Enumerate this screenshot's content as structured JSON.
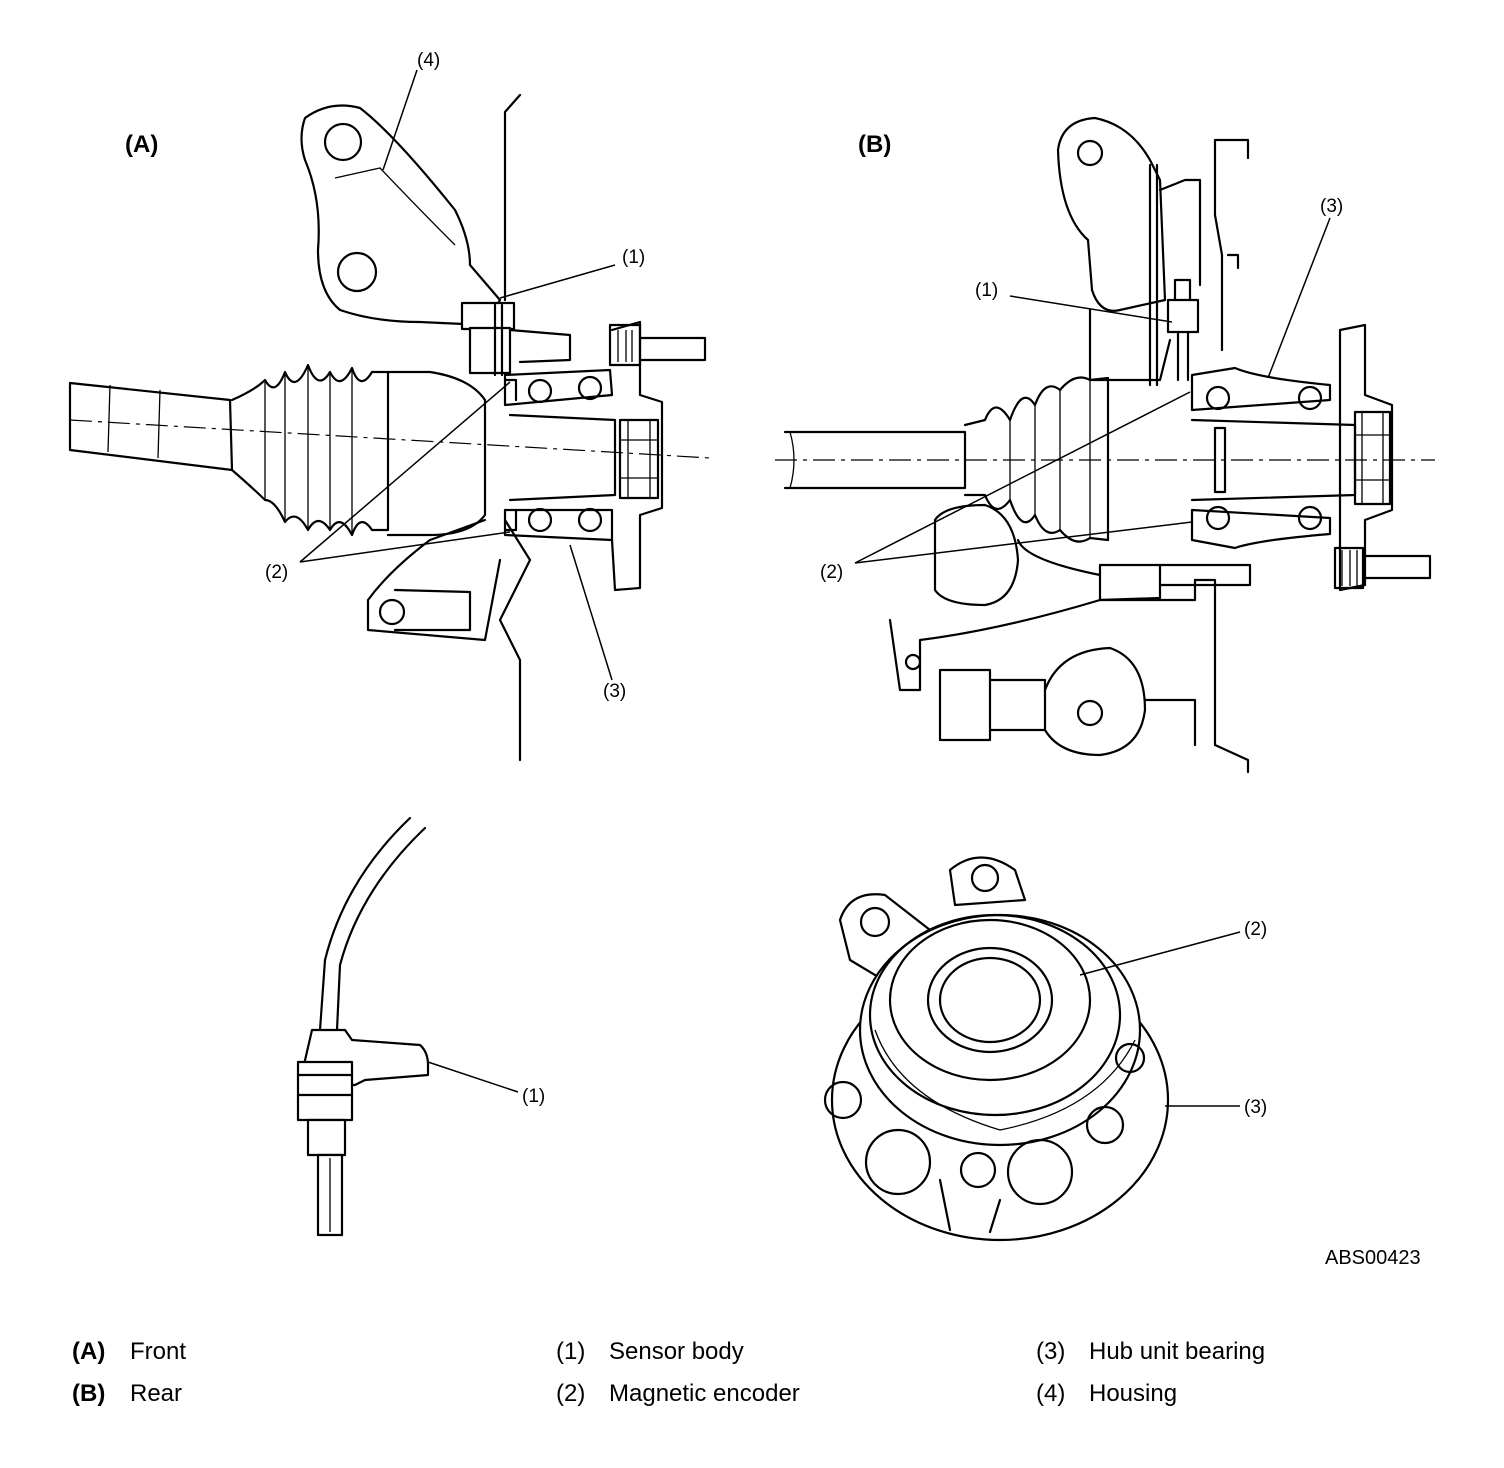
{
  "figure": {
    "panel_a": "(A)",
    "panel_b": "(B)",
    "figure_code": "ABS00423",
    "callouts": {
      "one": "(1)",
      "two": "(2)",
      "three": "(3)",
      "four": "(4)"
    }
  },
  "legend": [
    {
      "key": "(A)",
      "label": "Front"
    },
    {
      "key": "(B)",
      "label": "Rear"
    },
    {
      "key": "(1)",
      "label": "Sensor body"
    },
    {
      "key": "(2)",
      "label": "Magnetic encoder"
    },
    {
      "key": "(3)",
      "label": "Hub unit bearing"
    },
    {
      "key": "(4)",
      "label": "Housing"
    }
  ]
}
